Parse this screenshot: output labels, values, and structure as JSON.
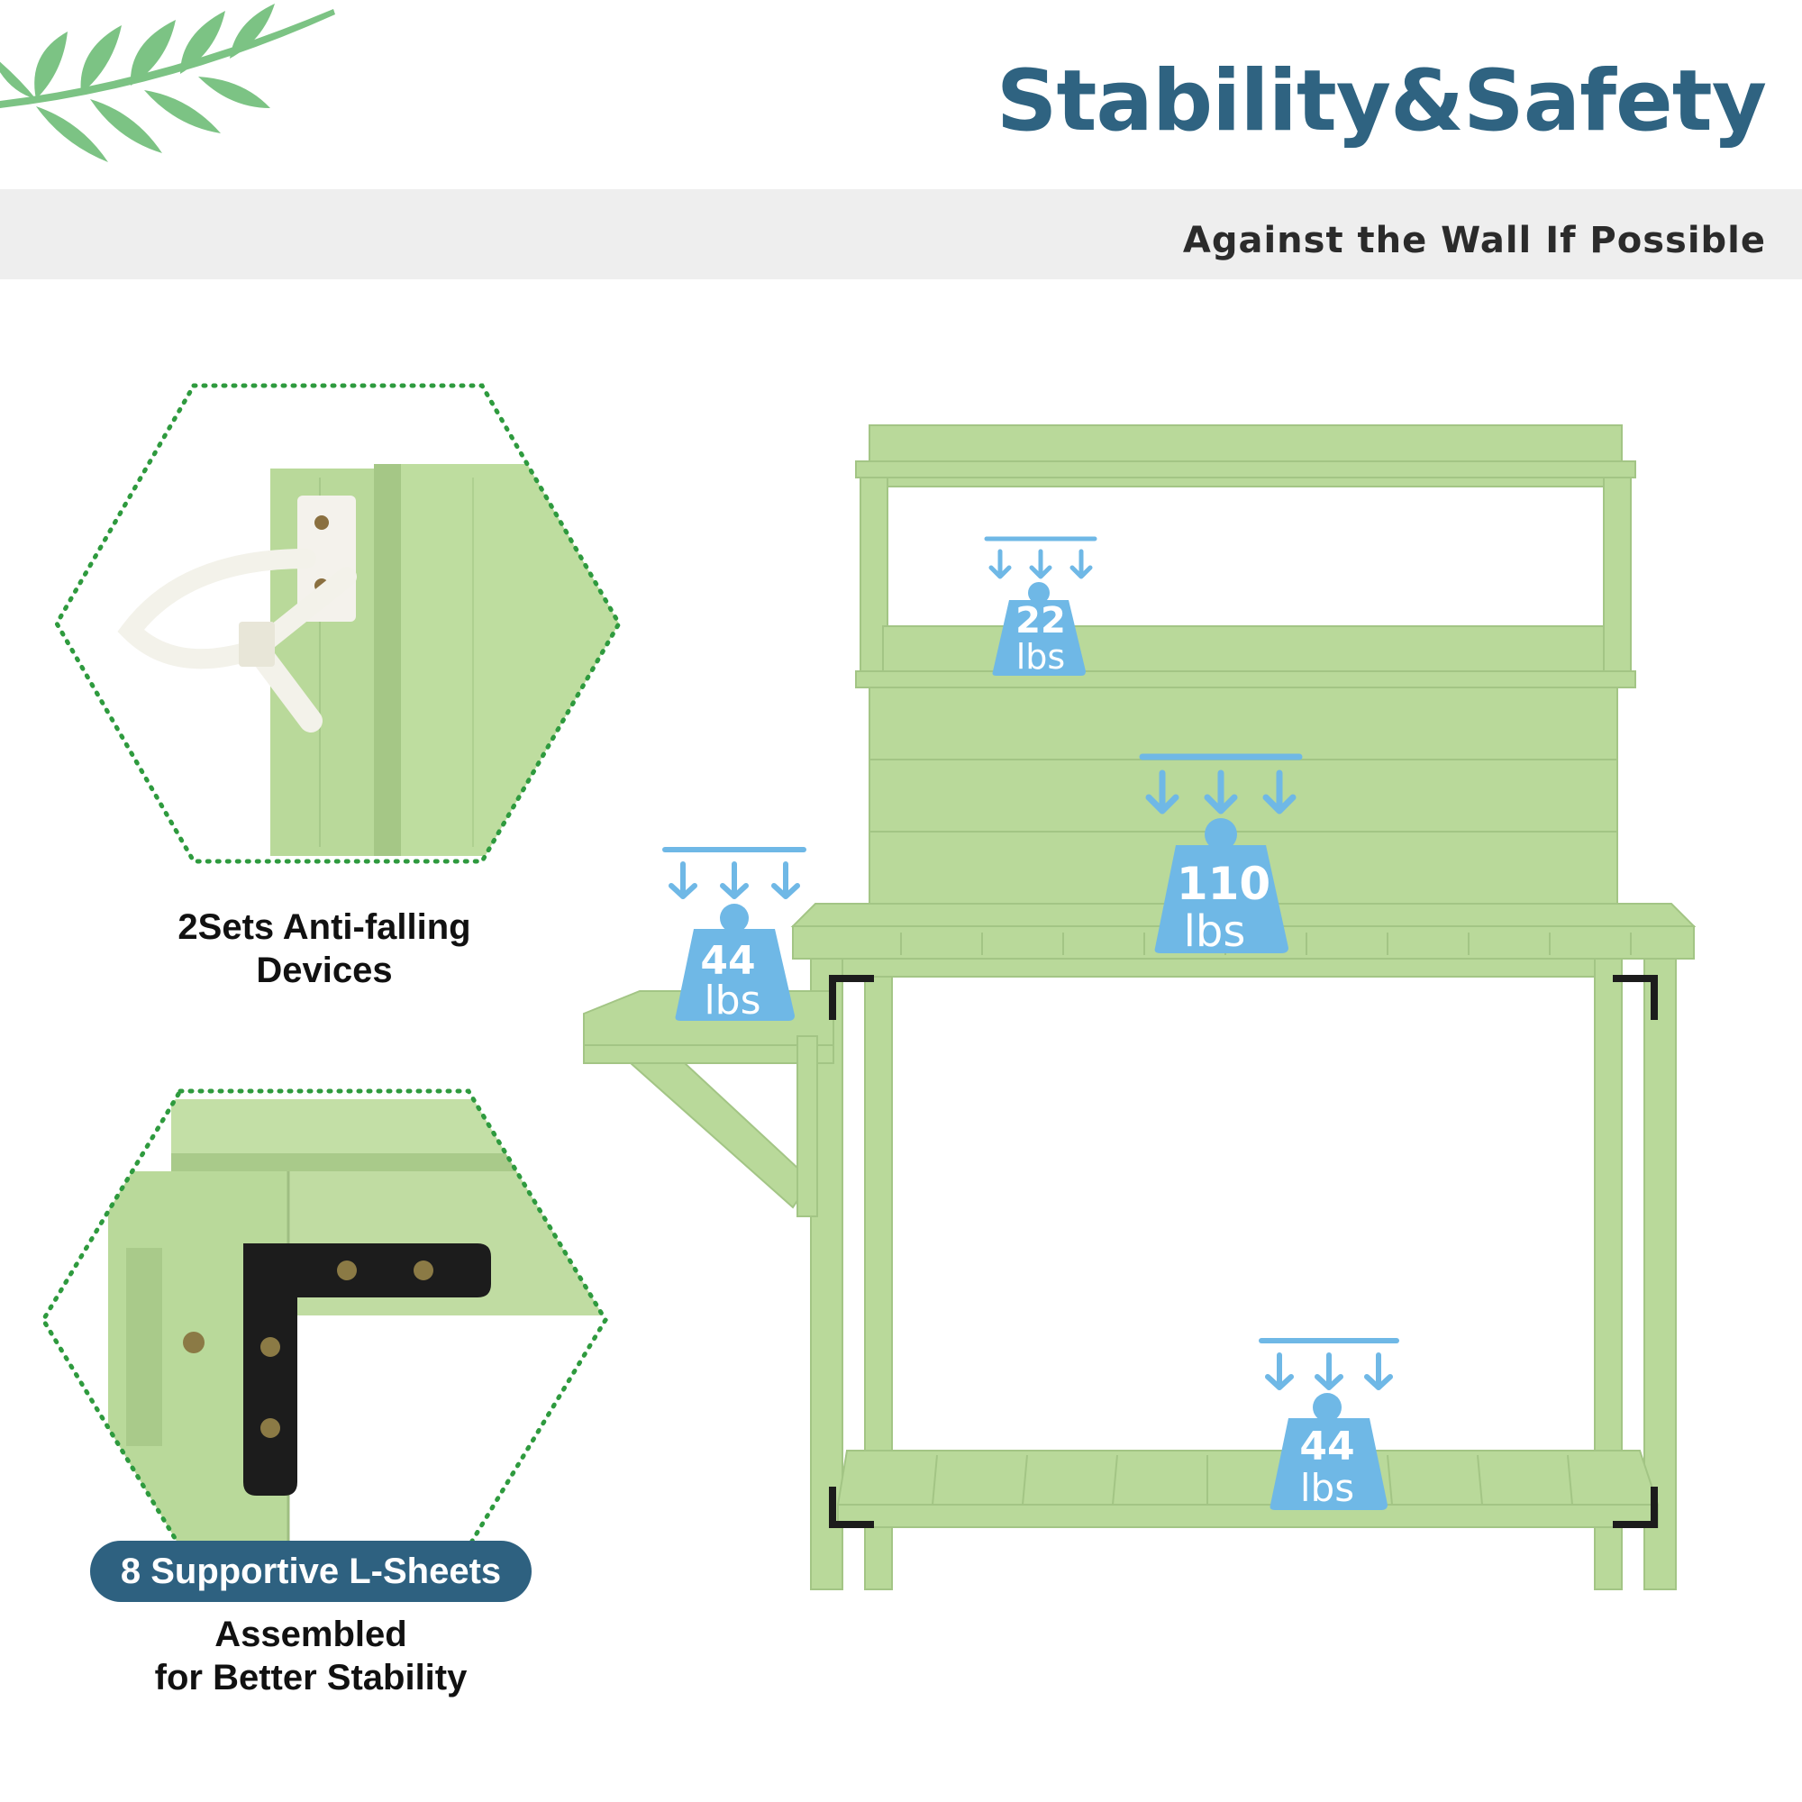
{
  "header": {
    "title": "Stability&Safety",
    "subtitle": "Against the Wall If Possible"
  },
  "features": [
    {
      "label": "2Sets Anti-falling Devices",
      "line1": "2Sets Anti-falling",
      "line2": "Devices"
    },
    {
      "pill": "8 Supportive L-Sheets",
      "line1": "Assembled",
      "line2": "for Better Stability"
    }
  ],
  "load_badges": [
    {
      "value": "22",
      "unit": "lbs"
    },
    {
      "value": "110",
      "unit": "lbs"
    },
    {
      "value": "44",
      "unit": "lbs"
    },
    {
      "value": "44",
      "unit": "lbs"
    }
  ],
  "colors": {
    "title": "#2f6381",
    "band": "#eeeeee",
    "pill": "#2e6180",
    "wood": "#b9d99a",
    "badge": "#6fb8e6",
    "dotted_border": "#2e9a3e",
    "leaf": "#7cc384"
  }
}
